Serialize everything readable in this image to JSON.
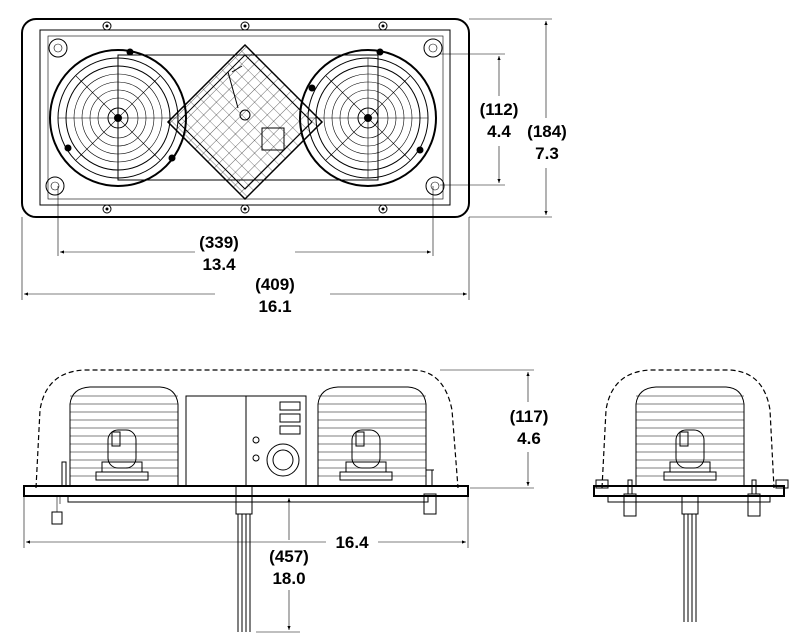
{
  "dimensions": {
    "inner_width_mm": "(339)",
    "inner_width_in": "13.4",
    "outer_width_mm": "(409)",
    "outer_width_in": "16.1",
    "bolt_height_mm": "(112)",
    "bolt_height_in": "4.4",
    "outer_height_mm": "(184)",
    "outer_height_in": "7.3",
    "side_height_mm": "(117)",
    "side_height_in": "4.6",
    "side_length_in": "16.4",
    "cable_length_mm": "(457)",
    "cable_length_in": "18.0"
  }
}
